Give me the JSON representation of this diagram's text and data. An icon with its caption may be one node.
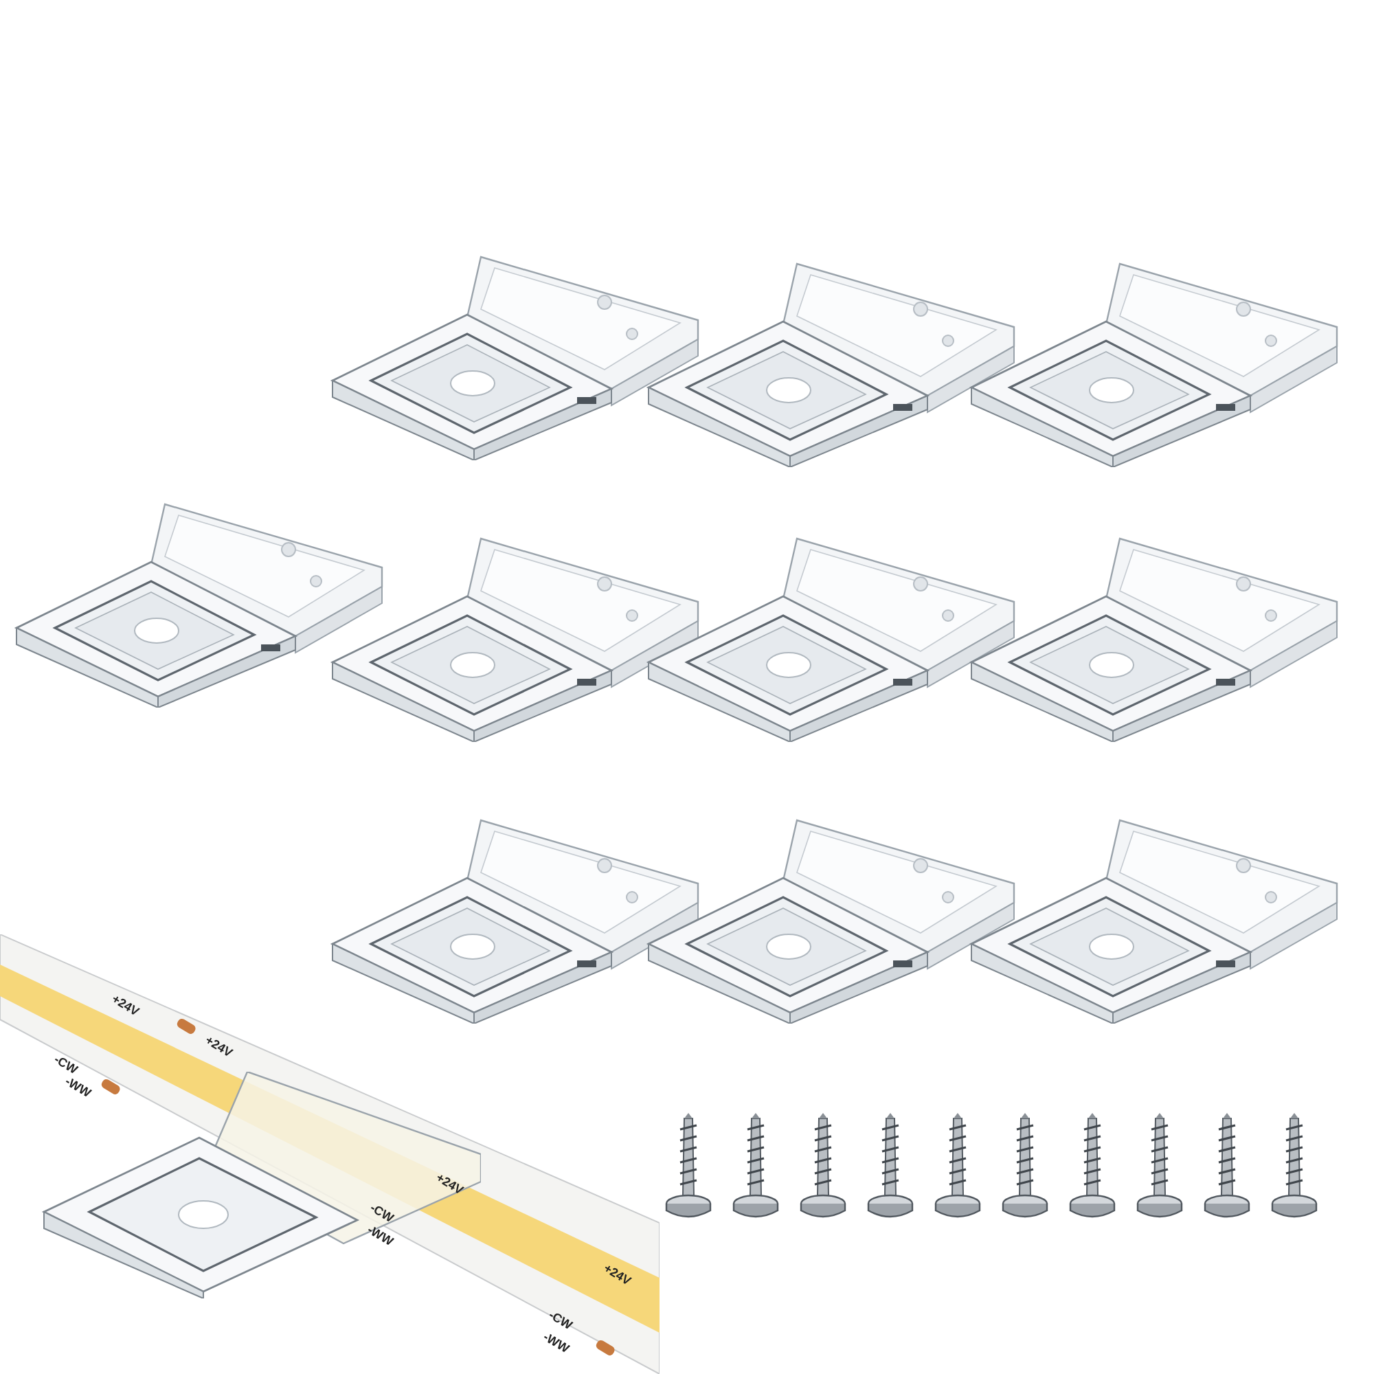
{
  "diagram": {
    "labels": [
      "+24V",
      "+24V",
      "-CW",
      "-WW",
      "+24V",
      "-CW",
      "-WW",
      "+24V",
      "-CW",
      "-WW"
    ]
  }
}
